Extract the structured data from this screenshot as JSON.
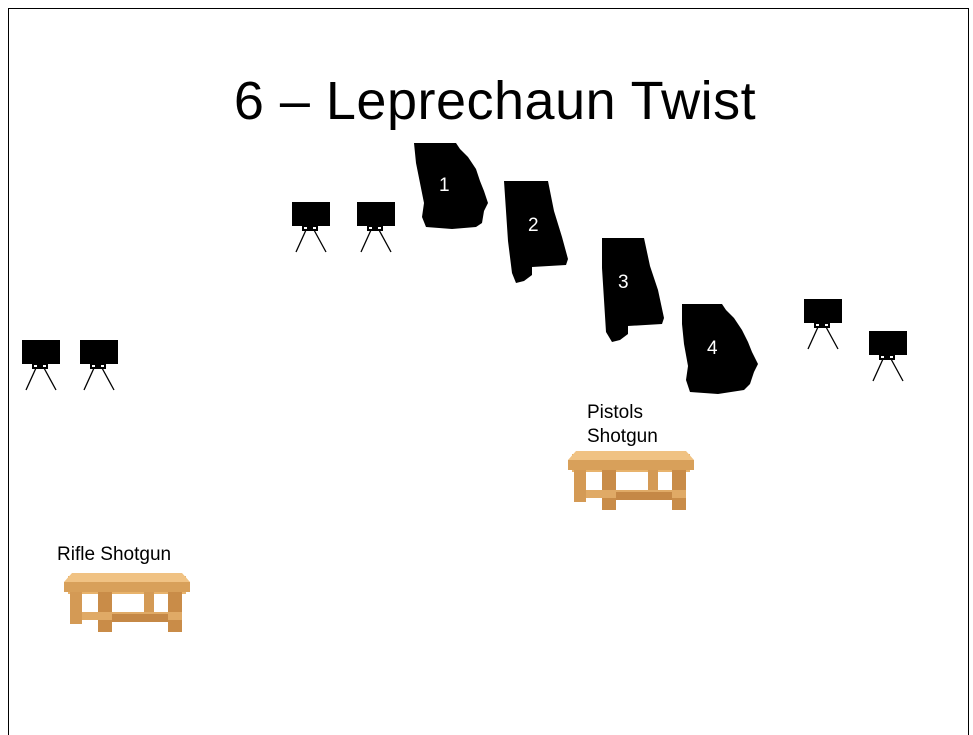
{
  "title": "6 – Leprechaun Twist",
  "targets": [
    {
      "number": "1",
      "shape": "georgia-silhouette"
    },
    {
      "number": "2",
      "shape": "alabama-silhouette"
    },
    {
      "number": "3",
      "shape": "alabama-silhouette"
    },
    {
      "number": "4",
      "shape": "georgia-silhouette"
    }
  ],
  "tables": [
    {
      "line1": "Rifle  Shotgun"
    },
    {
      "line1": "Pistols",
      "line2": "Shotgun"
    }
  ],
  "colors": {
    "target": "#000000",
    "wood": "#d9a15c",
    "background": "#ffffff"
  },
  "icons": [
    "plate-stand-icon",
    "table-icon"
  ]
}
